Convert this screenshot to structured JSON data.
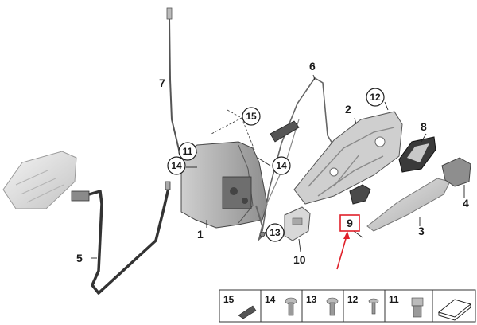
{
  "callouts": {
    "c1": "1",
    "c2": "2",
    "c3": "3",
    "c4": "4",
    "c5": "5",
    "c6": "6",
    "c7": "7",
    "c8": "8",
    "c9": "9",
    "c10": "10",
    "c11": "11",
    "c12": "12",
    "c13": "13",
    "c14a": "14",
    "c14b": "14",
    "c15": "15"
  },
  "parts_strip": [
    "15",
    "14",
    "13",
    "12",
    "11"
  ],
  "colors": {
    "highlight": "#e0202a",
    "outline": "#333333",
    "part_fill": "#d4d4d4",
    "part_shade": "#9a9a9a"
  },
  "icons": [
    "stack-icon"
  ]
}
